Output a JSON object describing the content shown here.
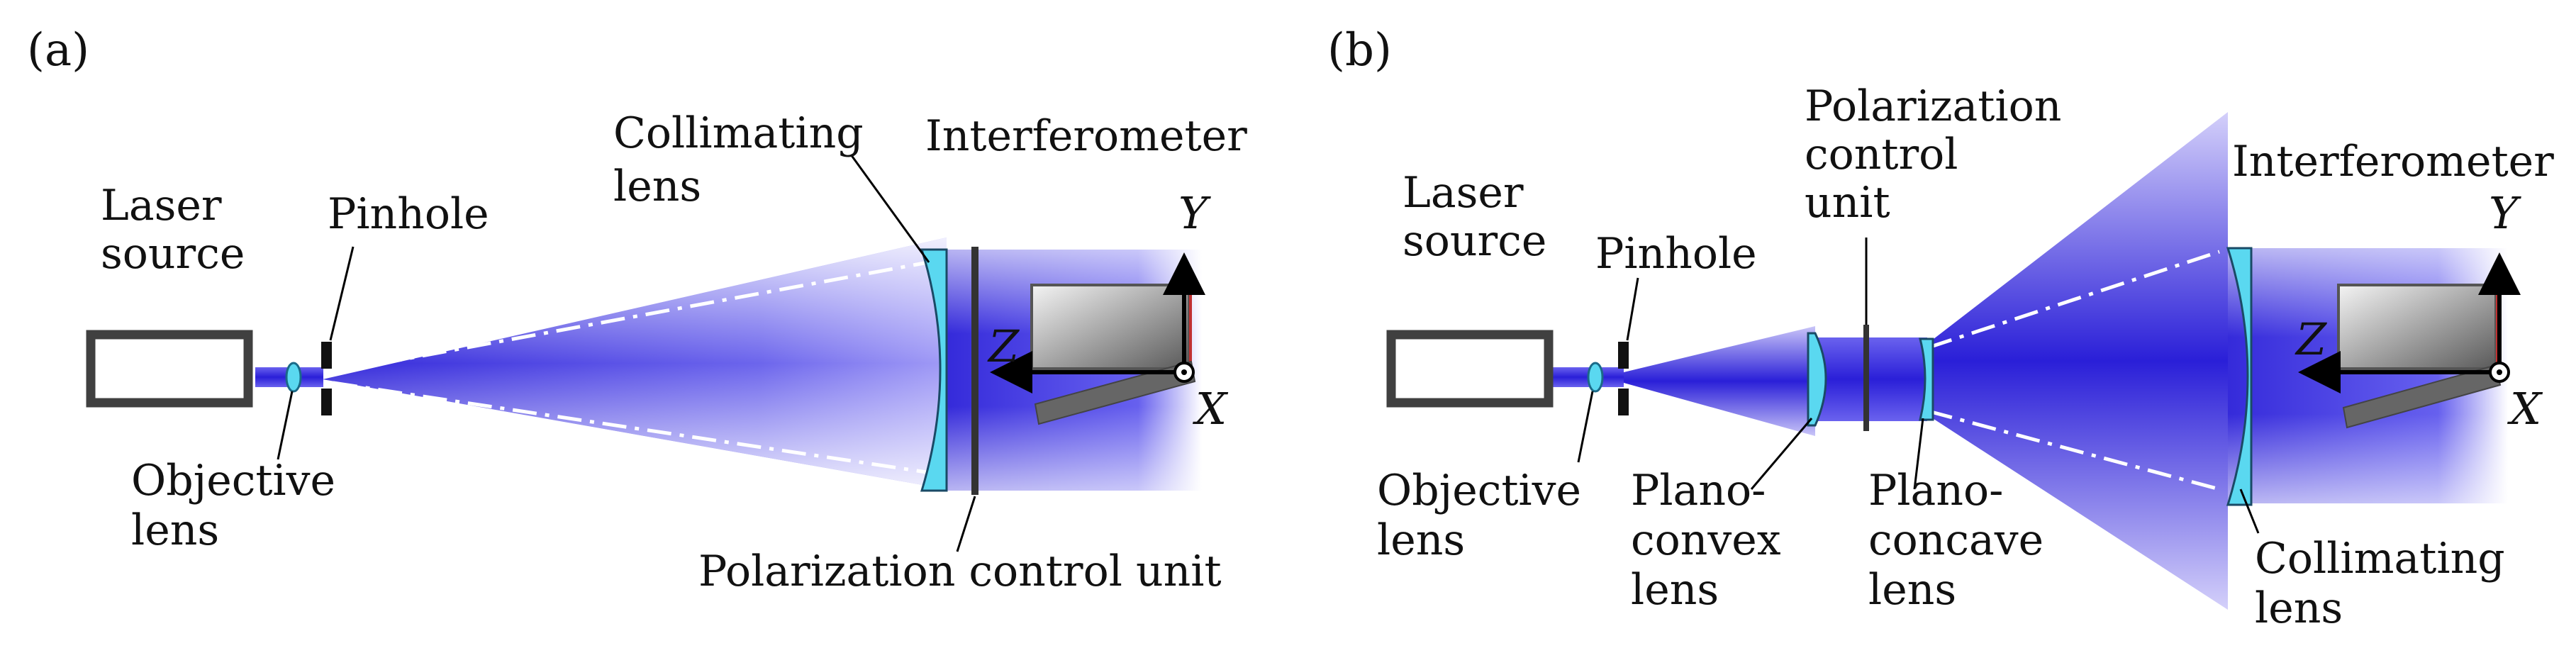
{
  "panel_a": {
    "label": "(a)",
    "laser_source": [
      "Laser",
      "source"
    ],
    "pinhole": "Pinhole",
    "objective_lens": [
      "Objective",
      "lens"
    ],
    "collimating_lens": [
      "Collimating",
      "lens"
    ],
    "interferometer": "Interferometer",
    "polarization_control_unit": "Polarization control unit",
    "axis_y": "Y",
    "axis_z": "Z",
    "axis_x": "X"
  },
  "panel_b": {
    "label": "(b)",
    "laser_source": [
      "Laser",
      "source"
    ],
    "pinhole": "Pinhole",
    "objective_lens": [
      "Objective",
      "lens"
    ],
    "polarization_control_unit": [
      "Polarization",
      "control",
      "unit"
    ],
    "plano_convex_lens": [
      "Plano-",
      "convex",
      "lens"
    ],
    "plano_concave_lens": [
      "Plano-",
      "concave",
      "lens"
    ],
    "interferometer": "Interferometer",
    "collimating_lens": [
      "Collimating",
      "lens"
    ],
    "axis_y": "Y",
    "axis_z": "Z",
    "axis_x": "X"
  },
  "colors": {
    "beam": "#3a2fe0",
    "lens": "#5ad8f0",
    "outline": "#404040"
  }
}
